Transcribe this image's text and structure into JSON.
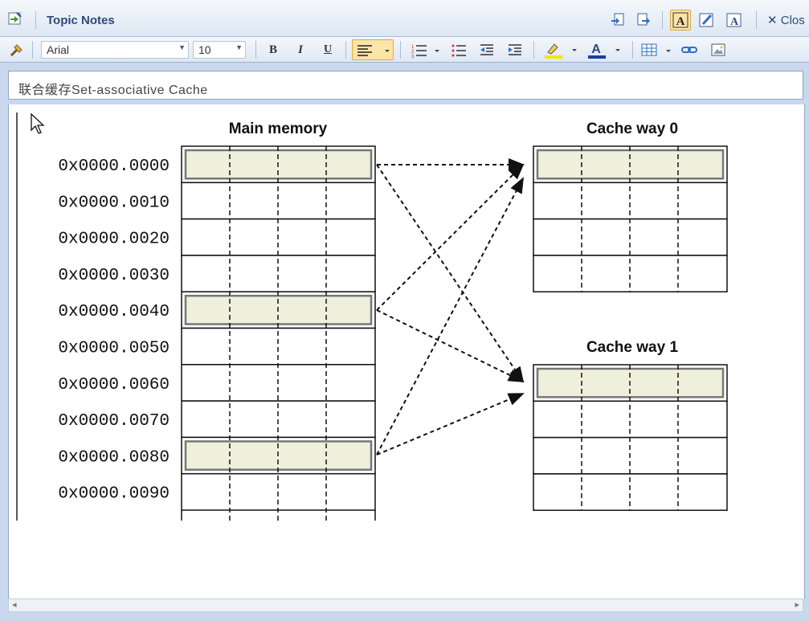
{
  "window": {
    "title": "Topic Notes",
    "close_label": "Clos"
  },
  "toolbar": {
    "font_name": "Arial",
    "font_size": "10",
    "bold_label": "B",
    "italic_label": "I",
    "underline_label": "U"
  },
  "note": {
    "subject": "联合缓存Set-associative Cache"
  },
  "diagram": {
    "main_memory_title": "Main memory",
    "cache_way0_title": "Cache way 0",
    "cache_way1_title": "Cache way 1",
    "addresses": [
      "0x0000.0000",
      "0x0000.0010",
      "0x0000.0020",
      "0x0000.0030",
      "0x0000.0040",
      "0x0000.0050",
      "0x0000.0060",
      "0x0000.0070",
      "0x0000.0080",
      "0x0000.0090"
    ],
    "highlight_fill": "#eef0dc",
    "highlight_border": "#777777"
  }
}
